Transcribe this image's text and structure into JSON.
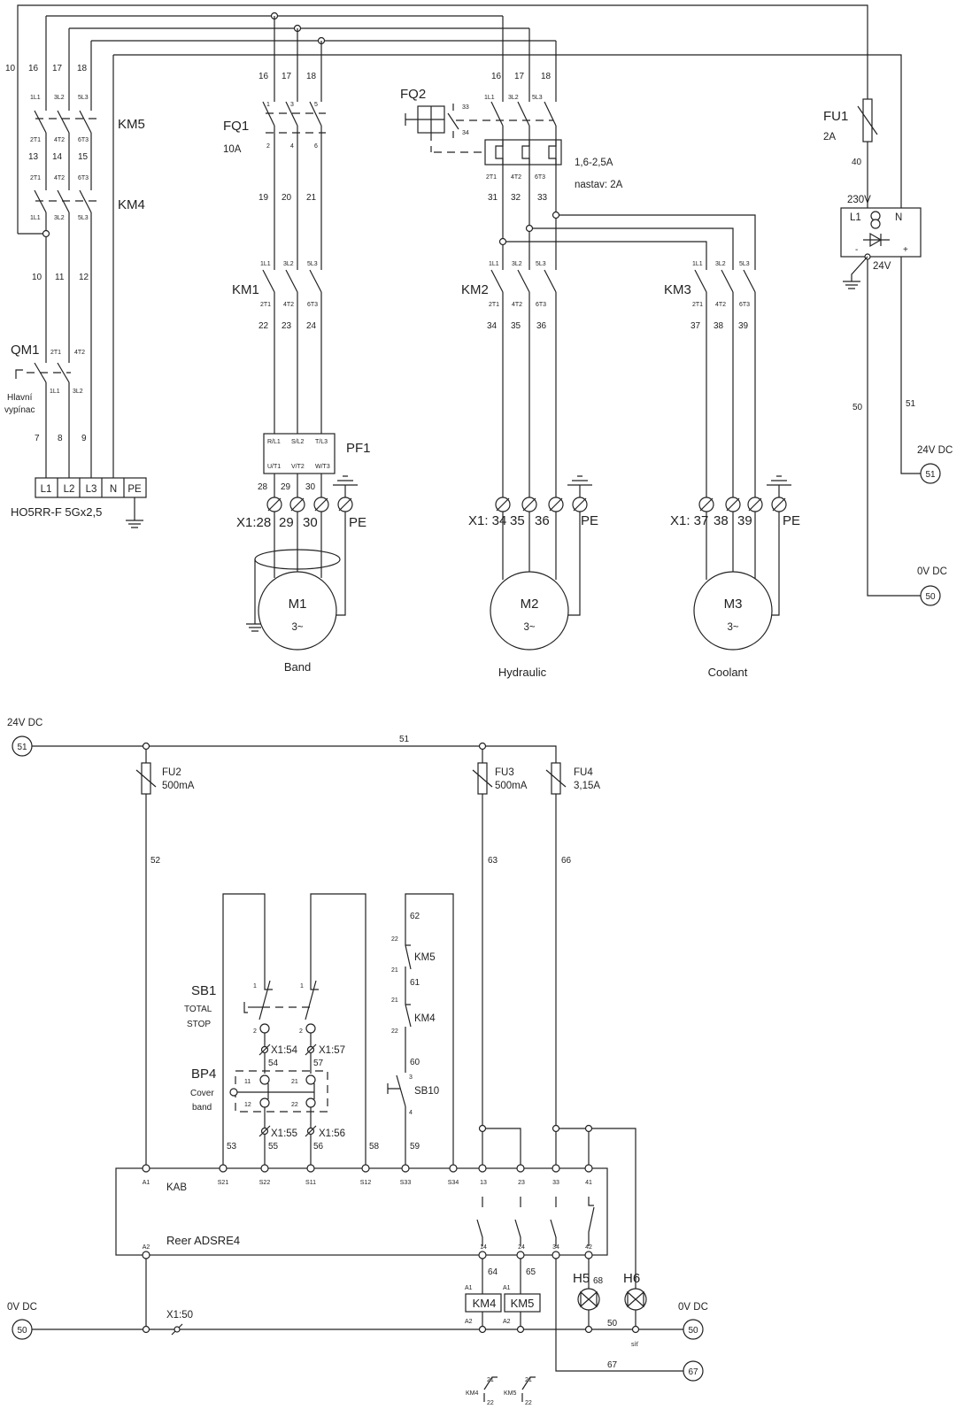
{
  "power": {
    "km5_km4": {
      "wires_in": [
        "10",
        "16",
        "17",
        "18"
      ],
      "km5_top": [
        "1L1",
        "3L2",
        "5L3"
      ],
      "km5_bot": [
        "2T1",
        "4T2",
        "6T3"
      ],
      "mid_wires": [
        "13",
        "14",
        "15"
      ],
      "km4_top": [
        "2T1",
        "4T2",
        "6T3"
      ],
      "km4_bot": [
        "1L1",
        "3L2",
        "5L3"
      ],
      "km5": "KM5",
      "km4": "KM4",
      "out_wires": [
        "10",
        "11",
        "12"
      ]
    },
    "qm1": {
      "label": "QM1",
      "desc": [
        "Hlavní",
        "vypínac"
      ],
      "pins_top": [
        "2T1",
        "4T2"
      ],
      "pins_bot": [
        "1L1",
        "3L2"
      ],
      "wires": [
        "7",
        "8",
        "9"
      ]
    },
    "supply_terminal": {
      "cells": [
        "L1",
        "L2",
        "L3",
        "N",
        "PE"
      ],
      "cable": "HO5RR-F 5Gx2,5"
    },
    "band": {
      "wires_in": [
        "16",
        "17",
        "18"
      ],
      "fq1_top": [
        "1",
        "3",
        "5"
      ],
      "fq1_bot": [
        "2",
        "4",
        "6"
      ],
      "fq1": "FQ1",
      "fq1_rating": "10A",
      "wires_mid": [
        "19",
        "20",
        "21"
      ],
      "km1_top": [
        "1L1",
        "3L2",
        "5L3"
      ],
      "km1": "KM1",
      "km1_bot": [
        "2T1",
        "4T2",
        "6T3"
      ],
      "wires_km": [
        "22",
        "23",
        "24"
      ],
      "pf1_in": [
        "R/L1",
        "S/L2",
        "T/L3"
      ],
      "pf1_out": [
        "U/T1",
        "V/T2",
        "W/T3"
      ],
      "pf1": "PF1",
      "wires_out": [
        "28",
        "29",
        "30"
      ],
      "terminals": [
        "X1:28",
        "29",
        "30",
        "PE"
      ],
      "motor": "M1",
      "motor_type": "3~",
      "name": "Band"
    },
    "hydraulic": {
      "wires_in": [
        "16",
        "17",
        "18"
      ],
      "fq2_top": [
        "1L1",
        "3L2",
        "5L3"
      ],
      "fq2": "FQ2",
      "aux": [
        "33",
        "34"
      ],
      "fq2_bot": [
        "2T1",
        "4T2",
        "6T3"
      ],
      "wires_mid": [
        "31",
        "32",
        "33"
      ],
      "range": "1,6-2,5A",
      "setting": "nastav: 2A",
      "km2_top": [
        "1L1",
        "3L2",
        "5L3"
      ],
      "km2": "KM2",
      "km2_bot": [
        "2T1",
        "4T2",
        "6T3"
      ],
      "wires_km": [
        "34",
        "35",
        "36"
      ],
      "terminals": [
        "X1: 34",
        "35",
        "36",
        "PE"
      ],
      "motor": "M2",
      "motor_type": "3~",
      "name": "Hydraulic"
    },
    "coolant": {
      "km3_top": [
        "1L1",
        "3L2",
        "5L3"
      ],
      "km3": "KM3",
      "km3_bot": [
        "2T1",
        "4T2",
        "6T3"
      ],
      "wires_km": [
        "37",
        "38",
        "39"
      ],
      "terminals": [
        "X1: 37",
        "38",
        "39",
        "PE"
      ],
      "motor": "M3",
      "motor_type": "3~",
      "name": "Coolant"
    },
    "psu": {
      "fu1": "FU1",
      "fu1_rating": "2A",
      "wire_fuse": "40",
      "input": "230V",
      "l1": "L1",
      "n": "N",
      "minus": "-",
      "plus": "+",
      "output": "24V",
      "wire_0v": "50",
      "wire_24v": "51",
      "label_24v": "24V DC",
      "ref_24v": "51",
      "label_0v": "0V DC",
      "ref_0v": "50"
    }
  },
  "control": {
    "in_label": "24V DC",
    "in_ref": "51",
    "bus_wire": "51",
    "fu2": "FU2",
    "fu2_rating": "500mA",
    "fu3": "FU3",
    "fu3_rating": "500mA",
    "fu4": "FU4",
    "fu4_rating": "3,15A",
    "wires_top": [
      "52",
      "63",
      "66"
    ],
    "chain": {
      "w62": "62",
      "km5_a": "22",
      "km5": "KM5",
      "km5_b": "21",
      "w61": "61",
      "km4_a": "21",
      "km4": "KM4",
      "km4_b": "22",
      "w60": "60",
      "sb10_a": "3",
      "sb10": "SB10",
      "sb10_b": "4",
      "w59": "59"
    },
    "sb1": {
      "label": "SB1",
      "desc": [
        "TOTAL",
        "STOP"
      ],
      "pins_top": [
        "1",
        "1"
      ],
      "pins_bot": [
        "2",
        "2"
      ]
    },
    "x1_top": [
      "X1:54",
      "X1:57"
    ],
    "wires_a": [
      "54",
      "57"
    ],
    "bp4": {
      "label": "BP4",
      "desc": [
        "Cover",
        "band"
      ],
      "pins": [
        "11",
        "21",
        "12",
        "22"
      ]
    },
    "x1_bot": [
      "X1:55",
      "X1:56"
    ],
    "wires_b": [
      "53",
      "55",
      "56",
      "58",
      "59"
    ],
    "relay": {
      "name": "KAB",
      "model": "Reer ADSRE4",
      "pins_top": [
        "A1",
        "S21",
        "S22",
        "S11",
        "S12",
        "S33",
        "S34",
        "13",
        "23",
        "33",
        "41"
      ],
      "pins_bot": [
        "A2",
        "14",
        "24",
        "34",
        "42"
      ]
    },
    "coil_wires": [
      "64",
      "65"
    ],
    "coils": [
      {
        "a1": "A1",
        "label": "KM4",
        "a2": "A2"
      },
      {
        "a1": "A1",
        "label": "KM5",
        "a2": "A2"
      }
    ],
    "lamps": [
      {
        "label": "H5",
        "wire": "68"
      },
      {
        "label": "H6"
      }
    ],
    "return_wire": "50",
    "lamp_note": "síť",
    "out_left_label": "0V DC",
    "out_left_ref": "50",
    "x1_50": "X1:50",
    "out_right_label": "0V DC",
    "out_right_ref": "50",
    "wire_67": "67",
    "ref_67": "67",
    "aux_contacts": [
      {
        "label": "KM4",
        "a": "21",
        "b": "22"
      },
      {
        "label": "KM5",
        "a": "21",
        "b": "22"
      }
    ]
  }
}
